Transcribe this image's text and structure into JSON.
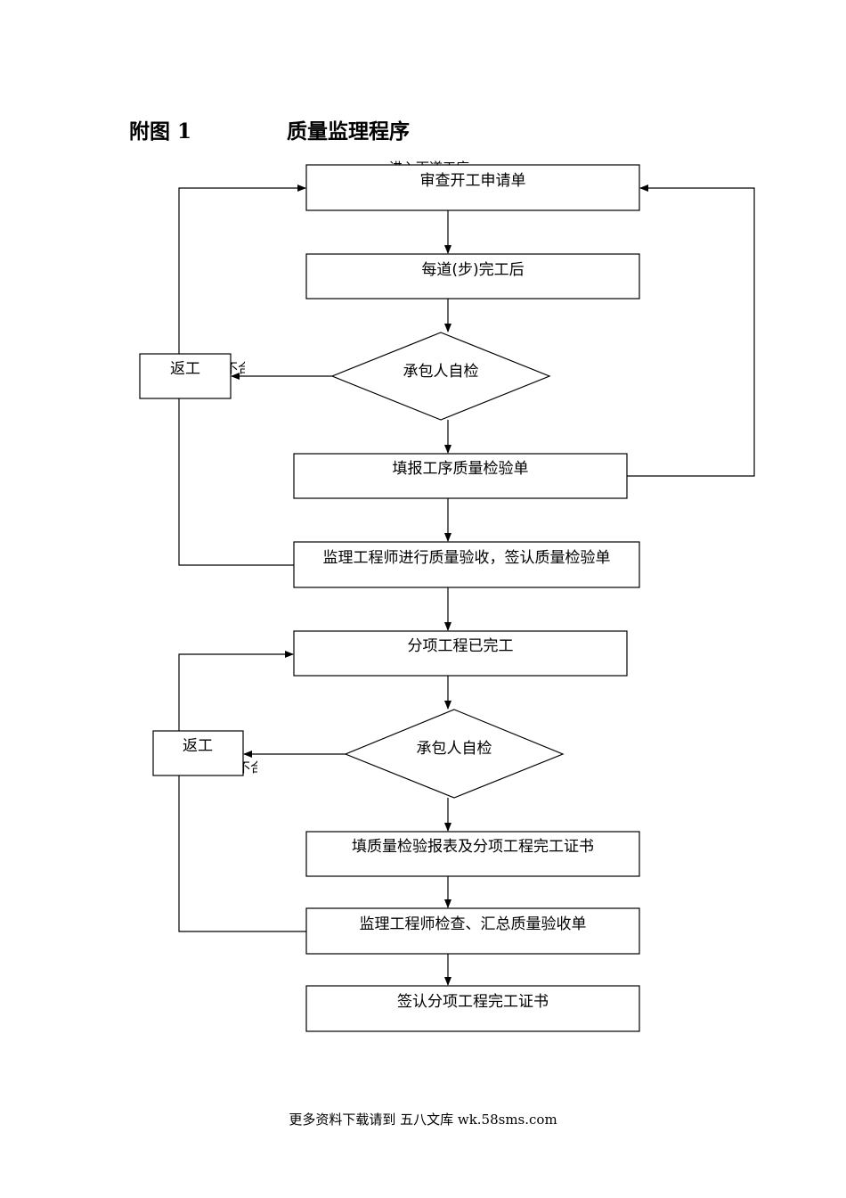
{
  "header": {
    "figure_label": "附图 1",
    "title": "质量监理程序"
  },
  "flowchart": {
    "partial_label_top": "进入下道工序",
    "boxes": {
      "review_start_request": "审查开工申请单",
      "after_each_step": "每道(步)完工后",
      "contractor_self_check_1": "承包人自检",
      "rework_1": "返工",
      "fill_process_form": "填报工序质量检验单",
      "engineer_accept_sign": "监理工程师进行质量验收，签认质量检验单",
      "subitem_completed": "分项工程已完工",
      "contractor_self_check_2": "承包人自检",
      "rework_2": "返工",
      "fill_report_cert": "填质量检验报表及分项工程完工证书",
      "engineer_check_summary": "监理工程师检查、汇总质量验收单",
      "sign_completion_cert": "签认分项工程完工证书"
    },
    "partial_fail_label_1": "不合格",
    "partial_fail_label_2": "不合格"
  },
  "footer": {
    "text": "更多资料下载请到 五八文库 wk.58sms.com"
  },
  "colors": {
    "line": "#000000",
    "background": "#ffffff"
  }
}
